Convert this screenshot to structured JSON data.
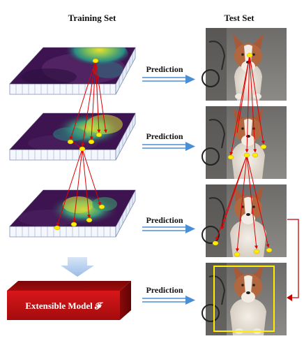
{
  "headers": {
    "training": "Training Set",
    "test": "Test Set"
  },
  "arrows": {
    "label": "Prediction"
  },
  "model": {
    "label": "Extensible Model 𝓕"
  },
  "colors": {
    "keypoint": "#ffee00",
    "connector": "#e00000",
    "prediction_arrow": "#4a8fd6",
    "down_arrow": "#b9d2ef",
    "model_box": "#c80f10",
    "bbox": "#ffee00",
    "heat_dark": "#3d1450",
    "heat_mid": "#2a8a84",
    "heat_hot": "#e8e030"
  }
}
